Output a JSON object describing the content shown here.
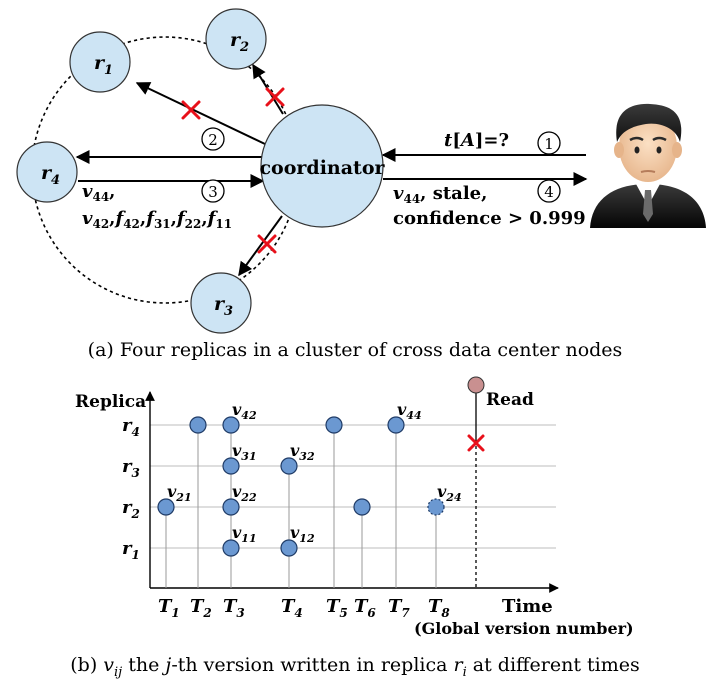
{
  "panel_a": {
    "caption": "(a) Four replicas in a cluster of cross data center nodes",
    "coordinator_label": "coordinator",
    "replicas": [
      {
        "base": "r",
        "sub": "1"
      },
      {
        "base": "r",
        "sub": "2"
      },
      {
        "base": "r",
        "sub": "3"
      },
      {
        "base": "r",
        "sub": "4"
      }
    ],
    "steps": [
      "1",
      "2",
      "3",
      "4"
    ],
    "query": {
      "t": "t",
      "bracket_open": "[",
      "attr": "A",
      "bracket_close": "]",
      "rest": "=?"
    },
    "response_to_coordinator": [
      {
        "base": "v",
        "sub": "44",
        "after": ","
      },
      {
        "base": "v",
        "sub": "42",
        "after": ","
      },
      {
        "base": "f",
        "sub": "42",
        "after": ","
      },
      {
        "base": "f",
        "sub": "31",
        "after": ","
      },
      {
        "base": "f",
        "sub": "22",
        "after": ","
      },
      {
        "base": "f",
        "sub": "11",
        "after": ""
      }
    ],
    "answer": {
      "base": "v",
      "sub": "44",
      "line1_rest": ", stale,",
      "line2": "confidence > 0.999"
    }
  },
  "panel_b": {
    "caption_parts": {
      "prefix": "(b) ",
      "v": "v",
      "v_sub": "ij",
      "mid1": " the ",
      "j": "j",
      "mid2": "-th version written in replica ",
      "r": "r",
      "r_sub": "i",
      "suffix": " at different times"
    },
    "y_axis_label": "Replica",
    "x_axis_label": "Time",
    "x_axis_note": "(Global version number)",
    "read_label": "Read",
    "colors": {
      "point": "#6b98d1",
      "read_point": "#c99090",
      "cross": "#e8101a",
      "grid": "#bdbdbd"
    }
  },
  "chart_data": {
    "type": "scatter",
    "title": "",
    "xlabel": "Time",
    "ylabel": "Replica",
    "x_ticks": [
      {
        "base": "T",
        "sub": "1"
      },
      {
        "base": "T",
        "sub": "2"
      },
      {
        "base": "T",
        "sub": "3"
      },
      {
        "base": "T",
        "sub": "4"
      },
      {
        "base": "T",
        "sub": "5"
      },
      {
        "base": "T",
        "sub": "6"
      },
      {
        "base": "T",
        "sub": "7"
      },
      {
        "base": "T",
        "sub": "8"
      }
    ],
    "y_ticks": [
      {
        "base": "r",
        "sub": "1"
      },
      {
        "base": "r",
        "sub": "2"
      },
      {
        "base": "r",
        "sub": "3"
      },
      {
        "base": "r",
        "sub": "4"
      }
    ],
    "points": [
      {
        "t": 1,
        "r": 2,
        "label_base": "v",
        "label_sub": "21",
        "dashed": false
      },
      {
        "t": 2,
        "r": 4,
        "label_base": "",
        "label_sub": "",
        "dashed": false
      },
      {
        "t": 3,
        "r": 4,
        "label_base": "v",
        "label_sub": "42",
        "dashed": false
      },
      {
        "t": 3,
        "r": 3,
        "label_base": "v",
        "label_sub": "31",
        "dashed": false
      },
      {
        "t": 3,
        "r": 2,
        "label_base": "v",
        "label_sub": "22",
        "dashed": false
      },
      {
        "t": 3,
        "r": 1,
        "label_base": "v",
        "label_sub": "11",
        "dashed": false
      },
      {
        "t": 4,
        "r": 3,
        "label_base": "v",
        "label_sub": "32",
        "dashed": false
      },
      {
        "t": 4,
        "r": 1,
        "label_base": "v",
        "label_sub": "12",
        "dashed": false
      },
      {
        "t": 5,
        "r": 4,
        "label_base": "",
        "label_sub": "",
        "dashed": false
      },
      {
        "t": 6,
        "r": 2,
        "label_base": "",
        "label_sub": "",
        "dashed": false
      },
      {
        "t": 7,
        "r": 4,
        "label_base": "v",
        "label_sub": "44",
        "dashed": false
      },
      {
        "t": 8,
        "r": 2,
        "label_base": "v",
        "label_sub": "24",
        "dashed": true
      }
    ],
    "read": {
      "label": "Read",
      "failed_replica": 4
    }
  }
}
